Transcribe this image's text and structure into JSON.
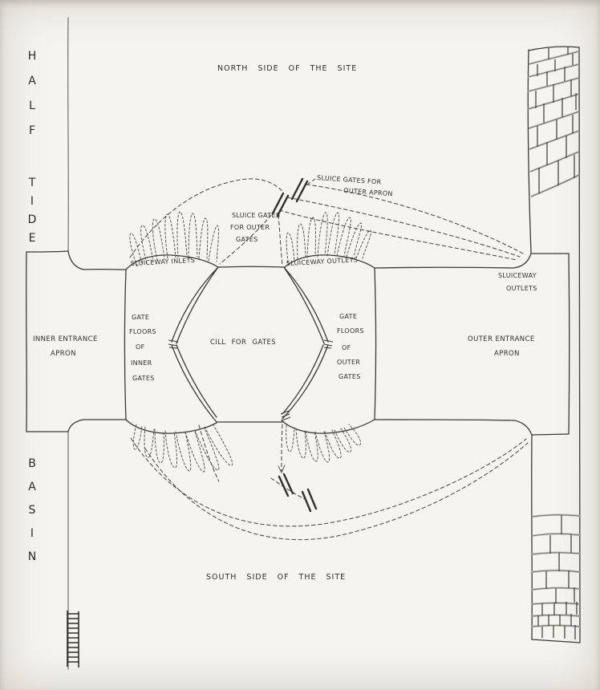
{
  "colors": {
    "paper": "#f6f4ef",
    "ink": "#3a3a38",
    "masonry_shade": "#b9b6ae"
  },
  "labels": {
    "north_side": "NORTH SIDE OF THE SITE",
    "south_side": "SOUTH SIDE OF THE SITE",
    "half": "HALF",
    "tide": "TIDE",
    "basin": "BASIN",
    "inner_apron": [
      "INNER ENTRANCE",
      "APRON"
    ],
    "outer_apron": [
      "OUTER ENTRANCE",
      "APRON"
    ],
    "cill": "CILL FOR GATES",
    "sluiceway_inlets": "SLUICEWAY INLETS",
    "sluiceway_outlets_chamber": "SLUICEWAY OUTLETS",
    "sluiceway_outlets_quay": [
      "SLUICEWAY",
      "OUTLETS"
    ],
    "gate_floors_inner": [
      "GATE",
      "FLOORS",
      "OF",
      "INNER",
      "GATES"
    ],
    "gate_floors_outer": [
      "GATE",
      "FLOORS",
      "OF",
      "OUTER",
      "GATES"
    ],
    "sluice_gates_outer_apron": [
      "SLUICE GATES FOR",
      "OUTER APRON"
    ],
    "sluice_gates_outer_gates": [
      "SLUICE GATES",
      "FOR OUTER",
      "GATES"
    ]
  }
}
